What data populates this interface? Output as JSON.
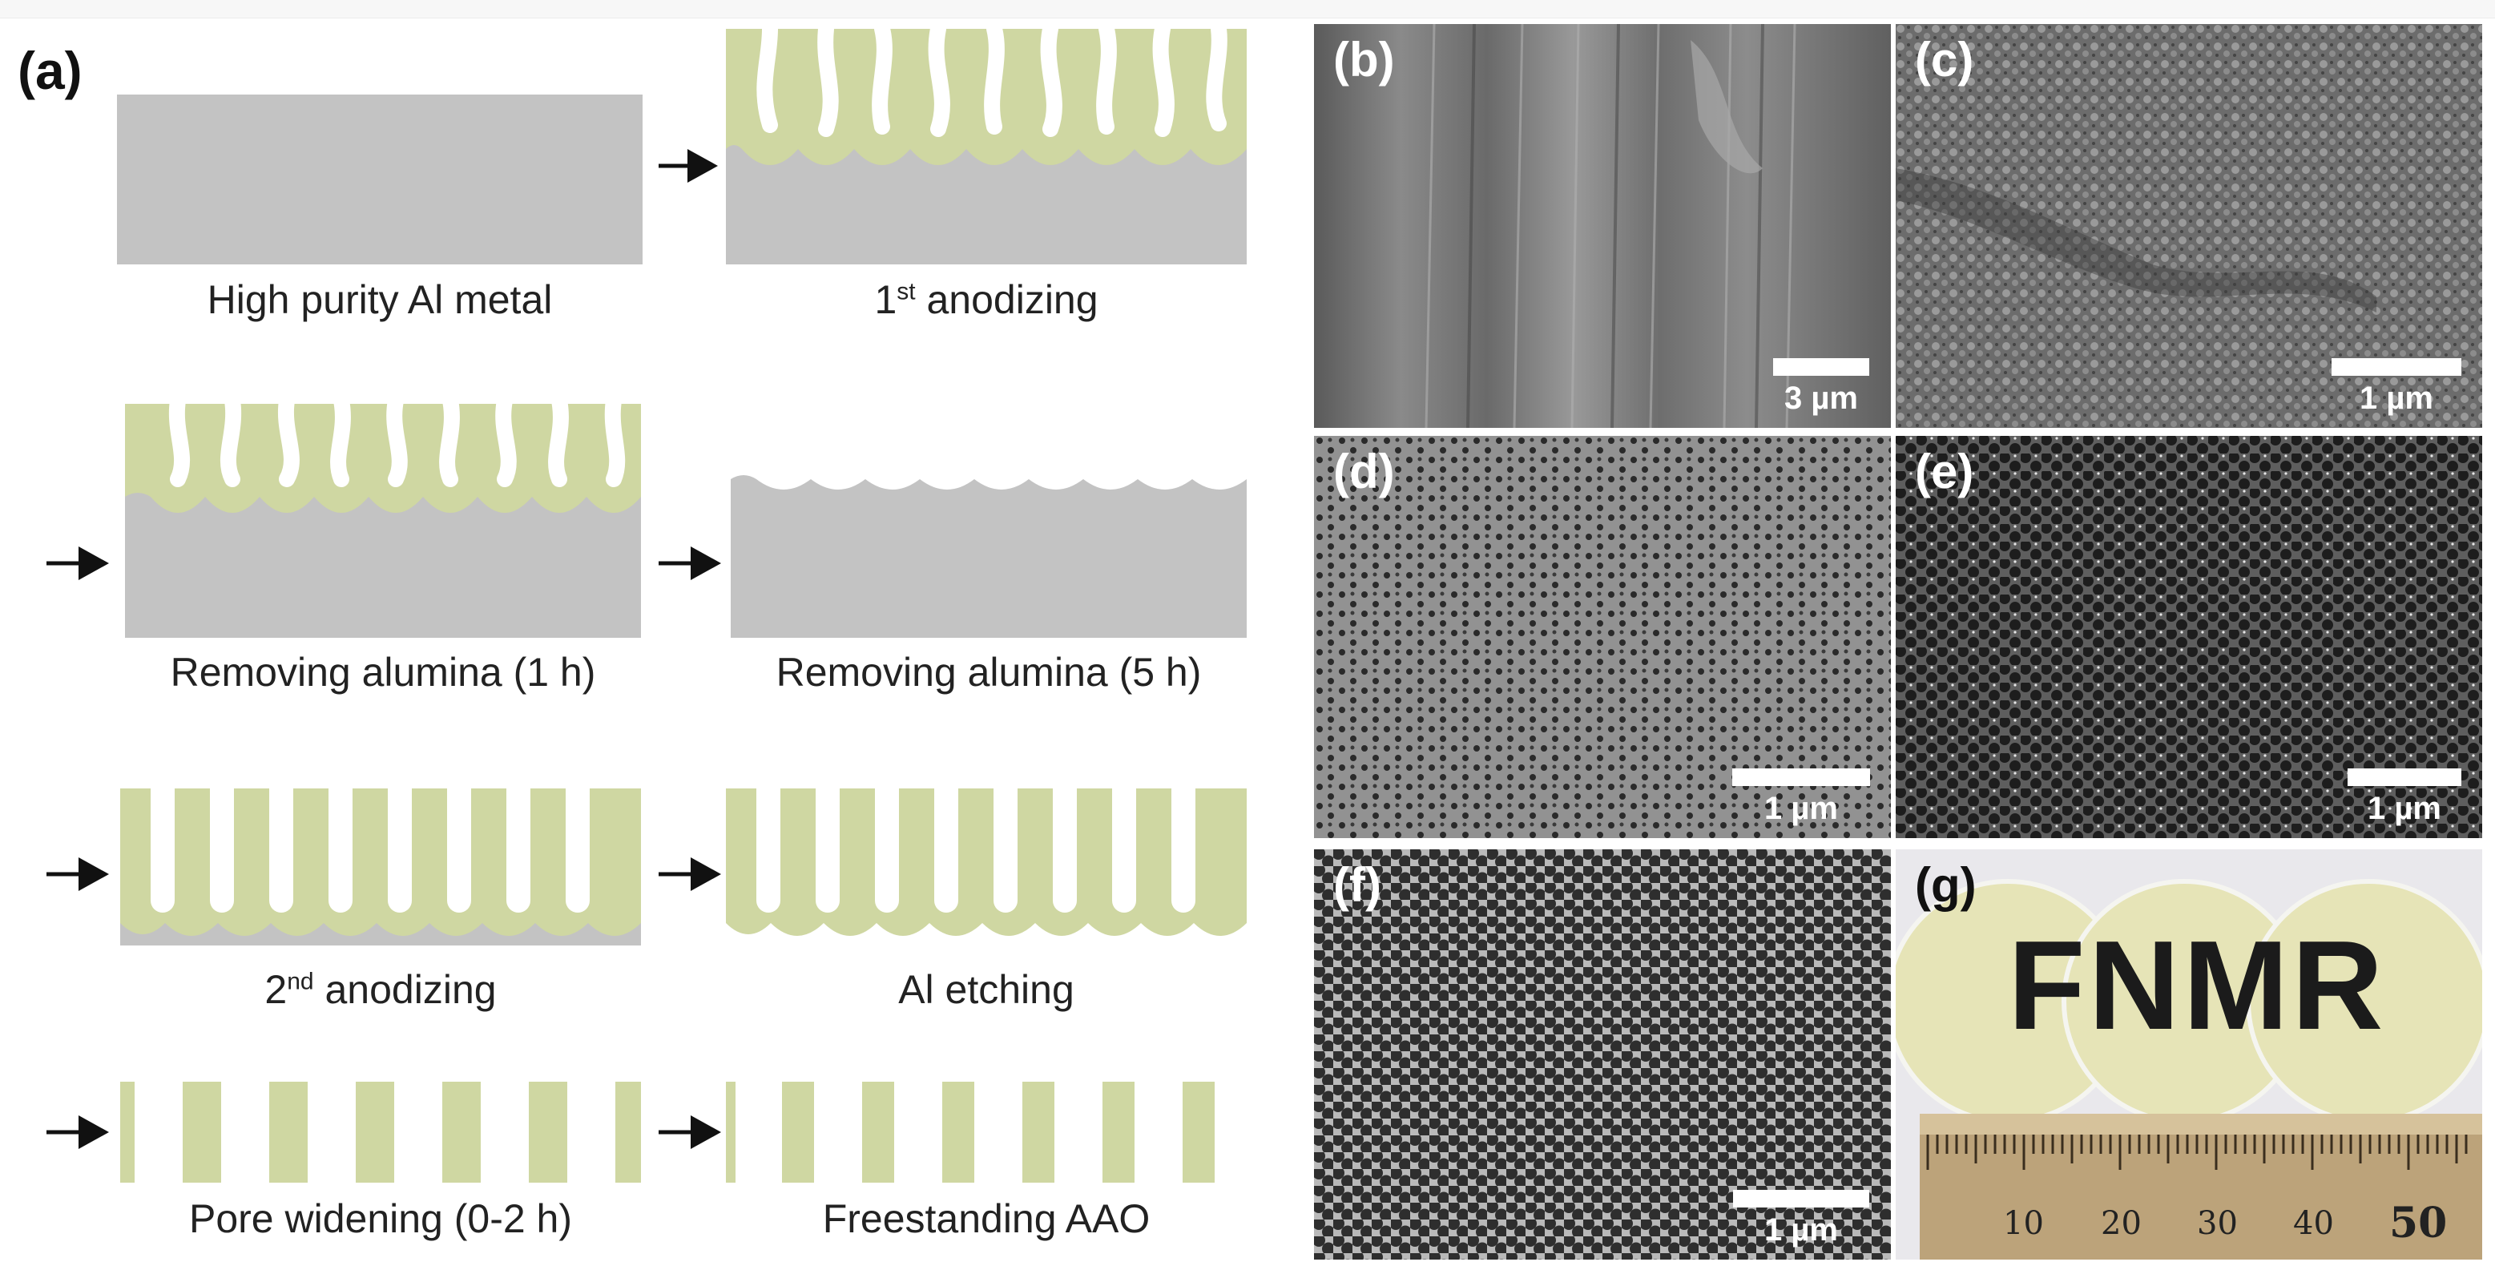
{
  "panel_a": {
    "label": "(a)",
    "captions": {
      "al_metal": "High purity Al metal",
      "first_anodizing_base": "1",
      "first_anodizing_sup": "st",
      "first_anodizing_rest": " anodizing",
      "remove_1h": "Removing alumina (1 h)",
      "remove_5h": "Removing alumina (5 h)",
      "second_anodizing_base": "2",
      "second_anodizing_sup": "nd",
      "second_anodizing_rest": " anodizing",
      "al_etching": "Al etching",
      "pore_widening": "Pore widening (0-2 h)",
      "freestanding": "Freestanding AAO"
    }
  },
  "sem_panels": {
    "b": {
      "label": "(b)",
      "scale": "3 µm"
    },
    "c": {
      "label": "(c)",
      "scale": "1 µm"
    },
    "d": {
      "label": "(d)",
      "scale": "1 µm"
    },
    "e": {
      "label": "(e)",
      "scale": "1 µm"
    },
    "f": {
      "label": "(f)",
      "scale": "1 µm"
    }
  },
  "panel_g": {
    "label": "(g)",
    "text": "FNMR",
    "ruler_numbers": [
      "10",
      "20",
      "30",
      "40",
      "50"
    ]
  },
  "colors": {
    "alumina": "#cfd7a2",
    "aluminum": "#c3c3c3",
    "arrow": "#111111"
  }
}
